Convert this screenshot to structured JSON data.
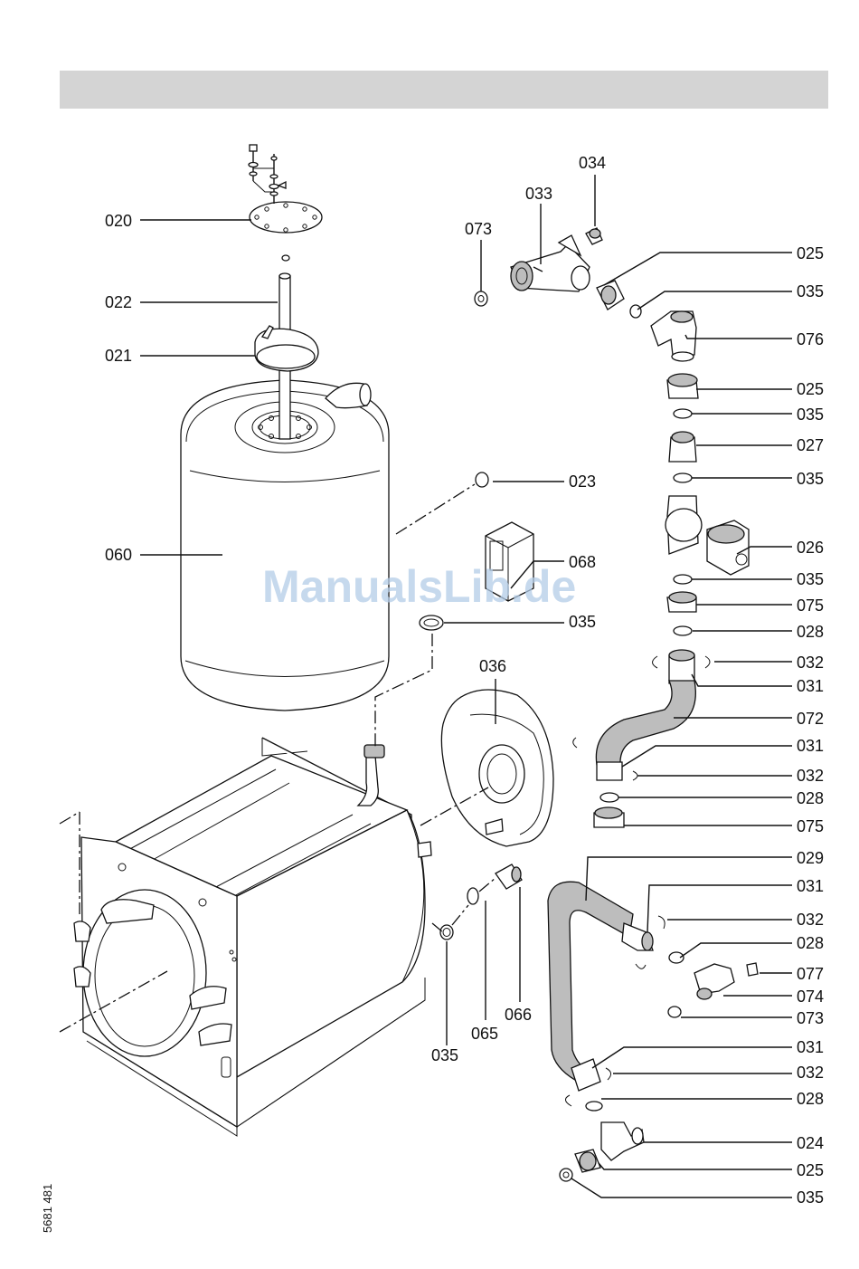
{
  "watermark": "ManualsLib.de",
  "document_number": "5681 481",
  "labels": {
    "l020": "020",
    "l022": "022",
    "l021": "021",
    "l060": "060",
    "l073a": "073",
    "l033": "033",
    "l034": "034",
    "l025a": "025",
    "l035a": "035",
    "l076": "076",
    "l025b": "025",
    "l035b": "035",
    "l027": "027",
    "l035c": "035",
    "l023": "023",
    "l026": "026",
    "l068": "068",
    "l035d": "035",
    "l075a": "075",
    "l035e": "035",
    "l028a": "028",
    "l032a": "032",
    "l031a": "031",
    "l036": "036",
    "l072": "072",
    "l031b": "031",
    "l032b": "032",
    "l028b": "028",
    "l075b": "075",
    "l029": "029",
    "l031c": "031",
    "l032c": "032",
    "l028c": "028",
    "l077": "077",
    "l074": "074",
    "l073b": "073",
    "l066": "066",
    "l065": "065",
    "l035f": "035",
    "l031d": "031",
    "l032d": "032",
    "l028d": "028",
    "l024": "024",
    "l025c": "025",
    "l035g": "035"
  },
  "colors": {
    "header_bar": "#d4d4d4",
    "hose_fill": "#bdbdbd",
    "watermark": "#b4cde8"
  }
}
